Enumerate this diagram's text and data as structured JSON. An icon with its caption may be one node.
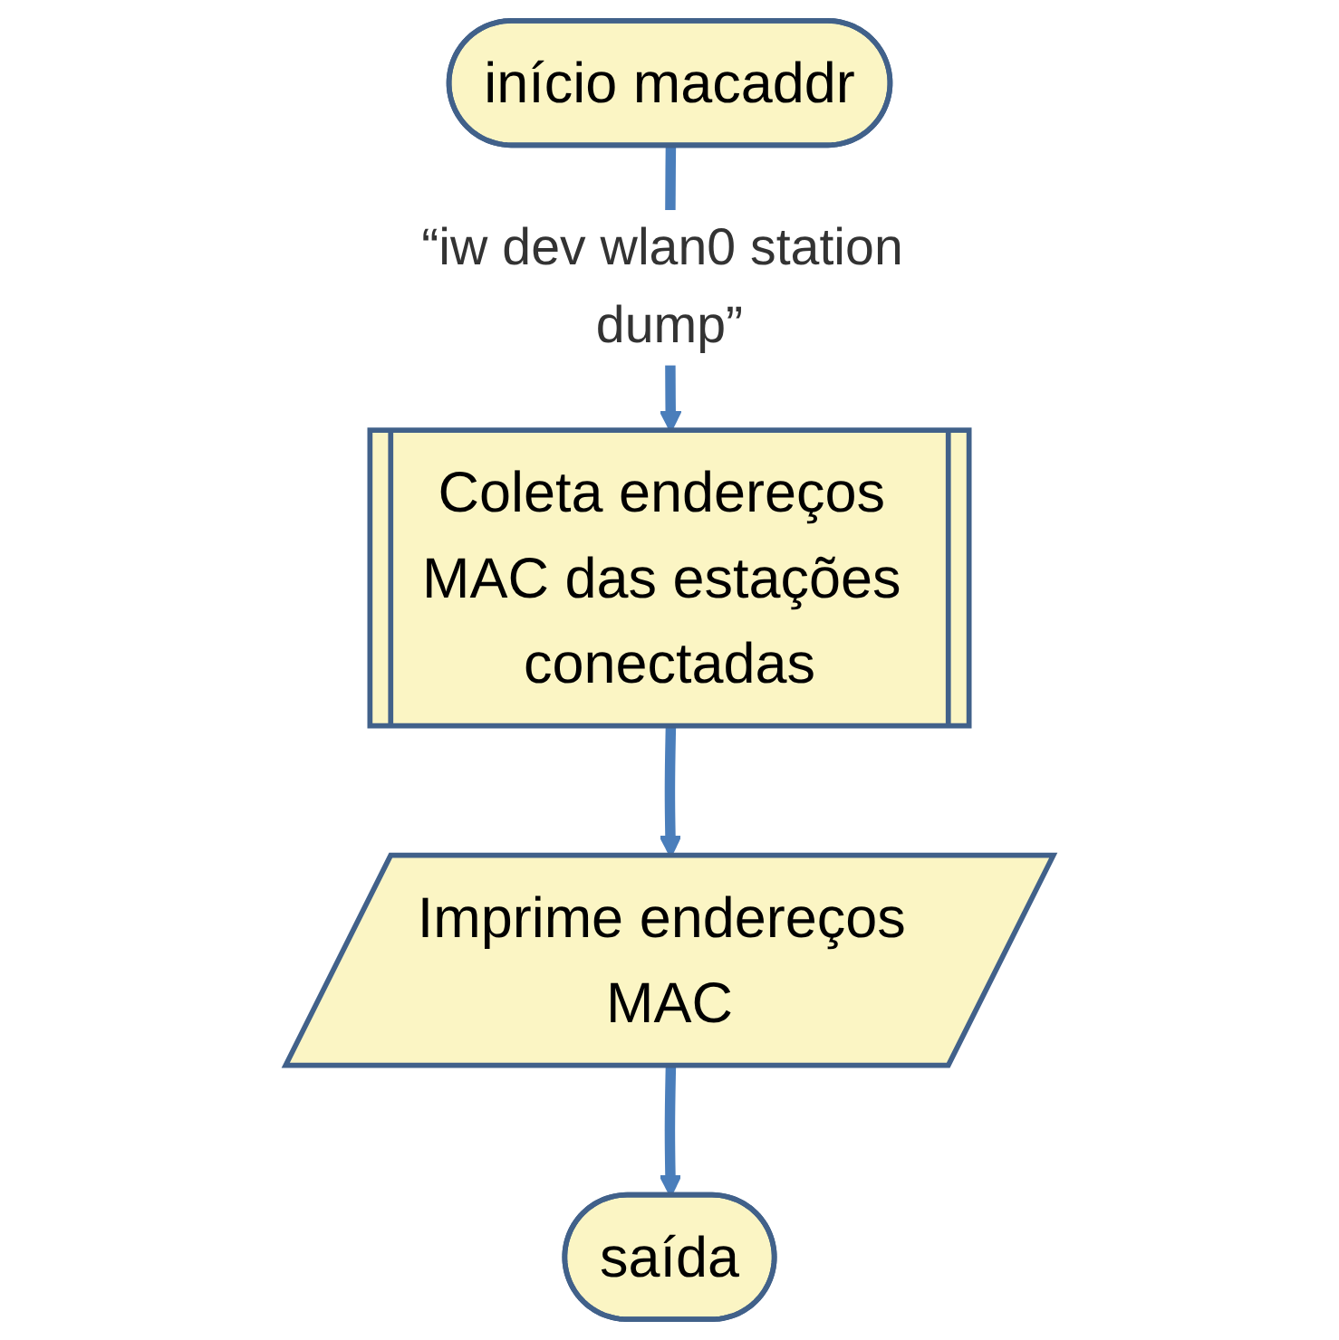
{
  "diagram": {
    "nodes": [
      {
        "text": [
          "início macaddr"
        ]
      },
      {
        "text": [
          "Coleta endereços MAC das estações conectadas"
        ]
      },
      {
        "text": [
          "Imprime endereços MAC"
        ]
      },
      {
        "text": [
          "saída"
        ]
      }
    ],
    "edges": [
      {
        "from": 0,
        "to": 1,
        "arrow": "to",
        "label": "“iw dev wlan0 station dump”"
      },
      {
        "from": 1,
        "to": 2,
        "arrow": "to"
      },
      {
        "from": 2,
        "to": 3,
        "arrow": "to"
      }
    ]
  }
}
